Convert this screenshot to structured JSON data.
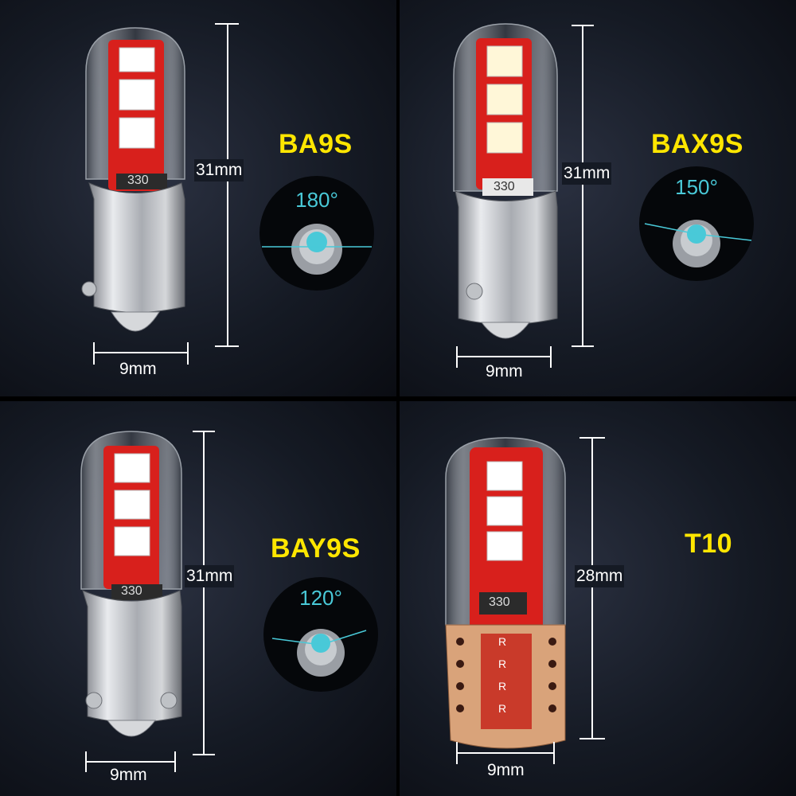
{
  "products": [
    {
      "model": "BA9S",
      "height": "31mm",
      "width": "9mm",
      "angle": "180°",
      "chip_label": "330"
    },
    {
      "model": "BAX9S",
      "height": "31mm",
      "width": "9mm",
      "angle": "150°",
      "chip_label": "330"
    },
    {
      "model": "BAY9S",
      "height": "31mm",
      "width": "9mm",
      "angle": "120°",
      "chip_label": "330"
    },
    {
      "model": "T10",
      "height": "28mm",
      "width": "9mm",
      "chip_label": "330",
      "resistor_label": "R"
    }
  ],
  "colors": {
    "model_text": "#ffe600",
    "angle_text": "#49c9d8",
    "pcb_red": "#d8201c",
    "dimension_lines": "#ffffff"
  }
}
